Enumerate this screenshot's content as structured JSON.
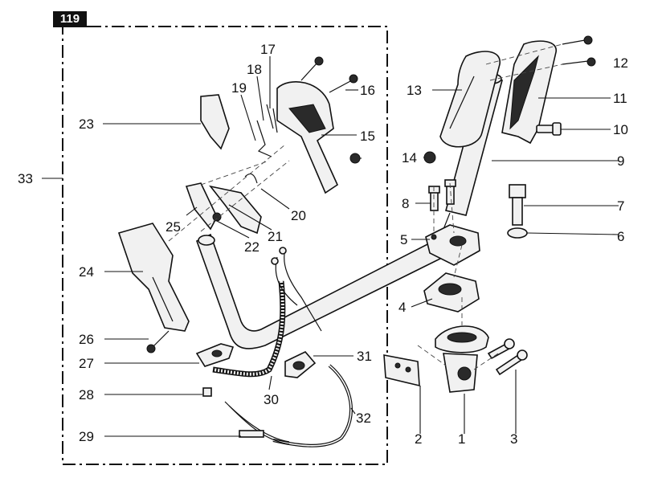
{
  "page": {
    "number": "119"
  },
  "labels": {
    "l1": "1",
    "l2": "2",
    "l3": "3",
    "l4": "4",
    "l5": "5",
    "l6": "6",
    "l7": "7",
    "l8": "8",
    "l9": "9",
    "l10": "10",
    "l11": "11",
    "l12": "12",
    "l13": "13",
    "l14": "14",
    "l15": "15",
    "l16": "16",
    "l17": "17",
    "l18": "18",
    "l19": "19",
    "l20": "20",
    "l21": "21",
    "l22": "22",
    "l23": "23",
    "l24": "24",
    "l25": "25",
    "l26": "26",
    "l27": "27",
    "l28": "28",
    "l29": "29",
    "l30": "30",
    "l31": "31",
    "l32": "32",
    "l33": "33"
  }
}
